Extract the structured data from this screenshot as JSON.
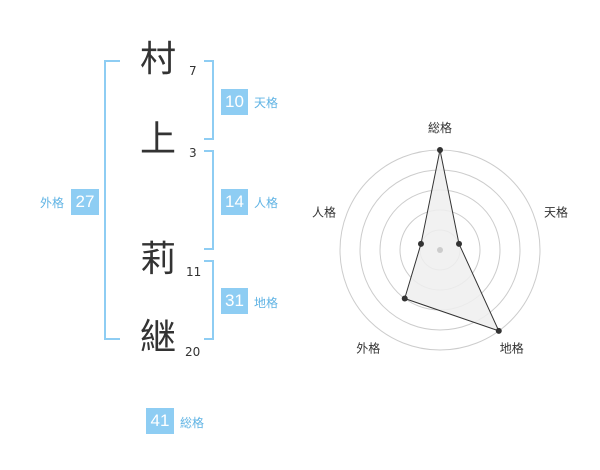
{
  "name": {
    "chars": [
      {
        "char": "村",
        "strokes": "7"
      },
      {
        "char": "上",
        "strokes": "3"
      },
      {
        "char": "莉",
        "strokes": "11"
      },
      {
        "char": "継",
        "strokes": "20"
      }
    ]
  },
  "fortune": {
    "tenkaku": {
      "value": "10",
      "label": "天格"
    },
    "jinkaku": {
      "value": "14",
      "label": "人格"
    },
    "chikaku": {
      "value": "31",
      "label": "地格"
    },
    "gaikaku": {
      "value": "27",
      "label": "外格"
    },
    "soukaku": {
      "value": "41",
      "label": "総格"
    }
  },
  "chart_data": {
    "type": "radar",
    "axes": [
      "総格",
      "天格",
      "地格",
      "外格",
      "人格"
    ],
    "values": [
      5,
      1,
      5,
      3,
      1
    ],
    "rmax": 5,
    "rings": 5,
    "grid": true,
    "colors": {
      "fill": "#eeeeee",
      "line": "#333333",
      "grid": "#cccccc",
      "center": "#cccccc"
    }
  }
}
